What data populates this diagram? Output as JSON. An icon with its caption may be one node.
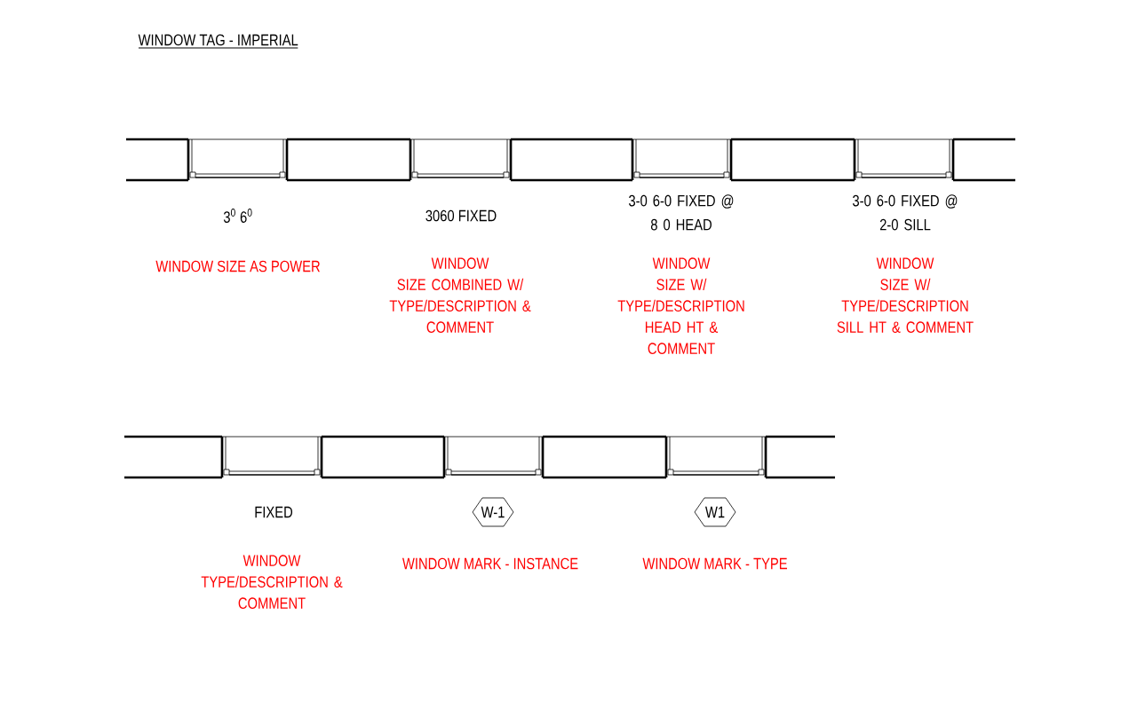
{
  "diagram": {
    "title": "WINDOW TAG - IMPERIAL",
    "nodes": [
      {
        "text": [
          "W-1"
        ]
      },
      {
        "text": [
          "W1"
        ]
      }
    ],
    "labels": [
      "3$^{0}$ 6$^{0}$",
      "3060 FIXED",
      "3-0 6-0 FIXED @ 8 0 HEAD",
      "3-0 6-0 FIXED @ 2-0 SILL",
      "WINDOW SIZE AS POWER",
      "WINDOW SIZE COMBINED W/ TYPE/DESCRIPTION & COMMENT",
      "WINDOW SIZE W/ TYPE/DESCRIPTION HEAD HT & COMMENT",
      "WINDOW SIZE W/ TYPE/DESCRIPTION SILL HT & COMMENT",
      "FIXED",
      "WINDOW TYPE/DESCRIPTION & COMMENT",
      "WINDOW MARK - INSTANCE",
      "WINDOW MARK - TYPE"
    ]
  }
}
